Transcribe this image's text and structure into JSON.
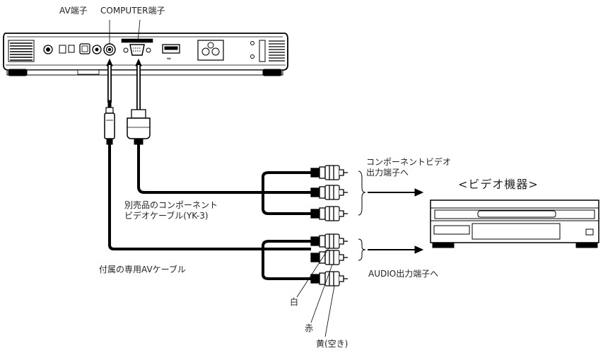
{
  "projector": {
    "av_port_label": "AV端子",
    "computer_port_label": "COMPUTER端子"
  },
  "component_cable": {
    "label_line1": "別売品のコンポーネント",
    "label_line2": "ビデオケーブル(YK-3)",
    "output_label_line1": "コンポーネントビデオ",
    "output_label_line2": "出力端子へ"
  },
  "av_cable": {
    "label": "付属の専用AVケーブル",
    "output_label": "AUDIO出力端子へ",
    "plug_white": "白",
    "plug_red": "赤",
    "plug_yellow": "黄(空き)"
  },
  "video_device": {
    "title": "<ビデオ機器>"
  },
  "colors": {
    "line": "#000000",
    "device_fill": "#ffffff"
  }
}
